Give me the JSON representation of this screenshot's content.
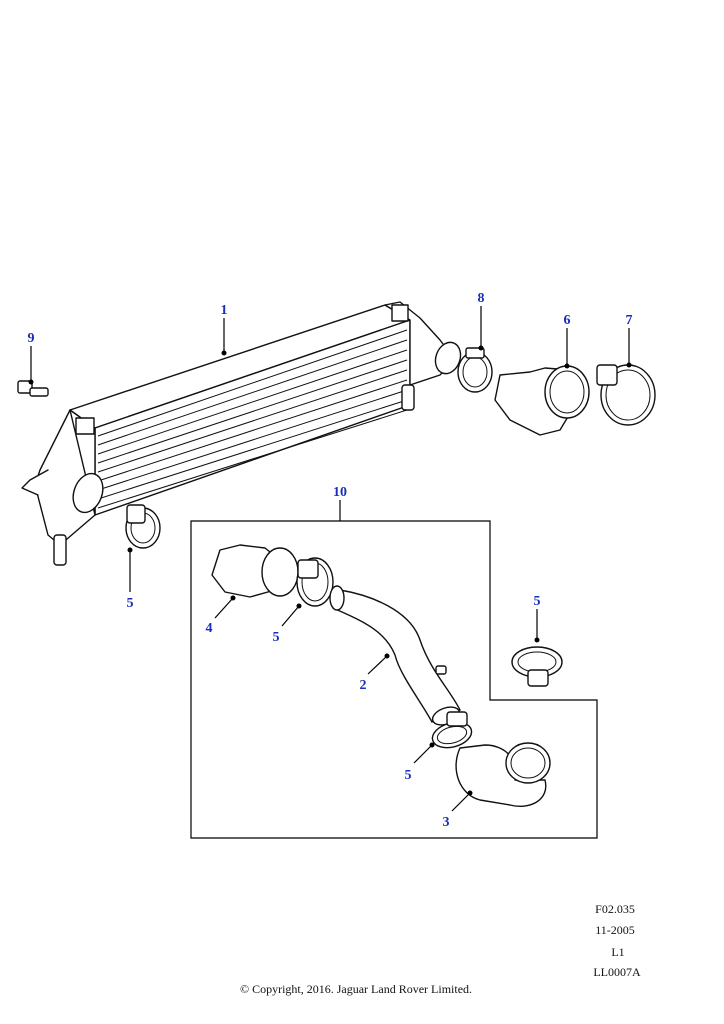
{
  "callouts": {
    "c1": "1",
    "c2": "2",
    "c3": "3",
    "c4": "4",
    "c5a": "5",
    "c5b": "5",
    "c5c": "5",
    "c5d": "5",
    "c6": "6",
    "c7": "7",
    "c8": "8",
    "c9": "9",
    "c10": "10"
  },
  "meta": {
    "figure": "F02.035",
    "date": "11-2005",
    "level": "L1",
    "code": "LL0007A"
  },
  "footer": {
    "copyright": "© Copyright, 2016. Jaguar Land Rover Limited."
  },
  "colors": {
    "callout": "#1a2fb8",
    "line": "#111111"
  }
}
